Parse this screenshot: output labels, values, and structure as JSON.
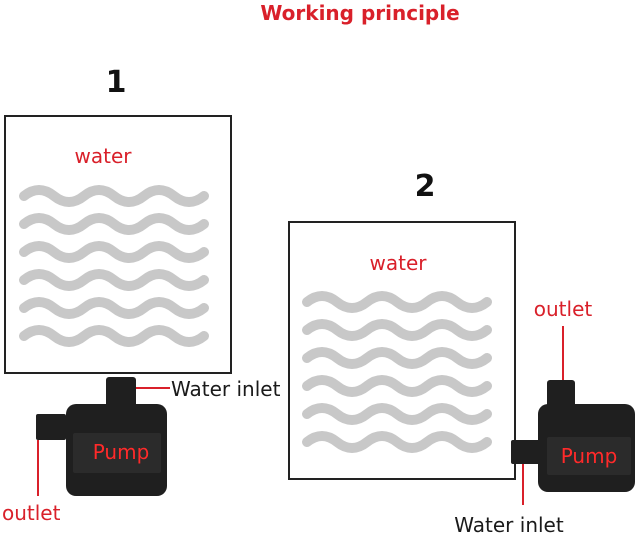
{
  "title": "Working principle",
  "colors": {
    "accent": "#d9202a",
    "wave": "#c8c8c8",
    "pump_body": "#1f1f1f",
    "pump_panel": "#2b2b2b",
    "pump_text": "#ff2a2a"
  },
  "setups": [
    {
      "number": "1",
      "tank_label": "water",
      "pump_label": "Pump",
      "inlet_label": "Water inlet",
      "outlet_label": "outlet"
    },
    {
      "number": "2",
      "tank_label": "water",
      "pump_label": "Pump",
      "inlet_label": "Water inlet",
      "outlet_label": "outlet"
    }
  ]
}
